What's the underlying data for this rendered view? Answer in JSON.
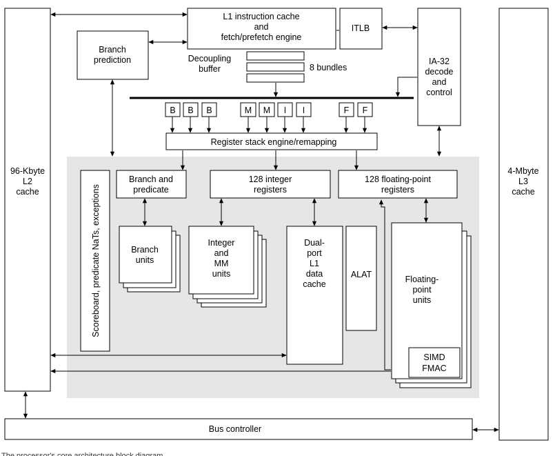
{
  "blocks": {
    "l2_cache": [
      "96-Kbyte",
      "L2",
      "cache"
    ],
    "l3_cache": [
      "4-Mbyte",
      "L3",
      "cache"
    ],
    "l1_icache": [
      "L1 instruction cache",
      "and",
      "fetch/prefetch engine"
    ],
    "itlb": "ITLB",
    "branch_prediction": [
      "Branch",
      "prediction"
    ],
    "decoupling_buffer": [
      "Decoupling",
      "buffer"
    ],
    "bundles": "8 bundles",
    "ia32": [
      "IA-32",
      "decode",
      "and",
      "control"
    ],
    "issue_ports": [
      "B",
      "B",
      "B",
      "M",
      "M",
      "I",
      "I",
      "F",
      "F"
    ],
    "register_stack": "Register stack engine/remapping",
    "scoreboard": "Scoreboard, predicate NaTs, exceptions",
    "branch_predicate": [
      "Branch and",
      "predicate"
    ],
    "int_registers": [
      "128 integer",
      "registers"
    ],
    "fp_registers": [
      "128 floating-point",
      "registers"
    ],
    "branch_units": [
      "Branch",
      "units"
    ],
    "int_mm_units": [
      "Integer",
      "and",
      "MM",
      "units"
    ],
    "l1_dcache": [
      "Dual-",
      "port",
      "L1",
      "data",
      "cache"
    ],
    "alat": "ALAT",
    "fp_units": [
      "Floating-",
      "point",
      "units"
    ],
    "simd_fmac": [
      "SIMD",
      "FMAC"
    ],
    "bus_controller": "Bus controller"
  },
  "caption": "The processor's core architecture block diagram",
  "colors": {
    "shaded_region": "#e6e6e6",
    "stroke": "#000000",
    "background": "#ffffff"
  }
}
